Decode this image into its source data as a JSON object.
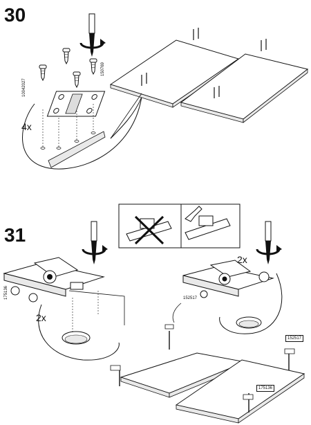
{
  "steps": [
    {
      "number": "30",
      "quantity": "4x",
      "part_ids": [
        "10042027",
        "150769"
      ]
    },
    {
      "number": "31",
      "quantity_left": "2x",
      "quantity_right": "2x",
      "part_ids": [
        "175136",
        "152517",
        "152517",
        "175136"
      ]
    }
  ],
  "icons": {
    "screwdriver": "screwdriver-icon",
    "rotate": "clockwise-rotate-icon",
    "hand": "pointing-hand-icon",
    "wrong": "cross-icon"
  },
  "colors": {
    "ink": "#111111",
    "panel": "#ffffff",
    "edge": "#e9e9e9"
  }
}
